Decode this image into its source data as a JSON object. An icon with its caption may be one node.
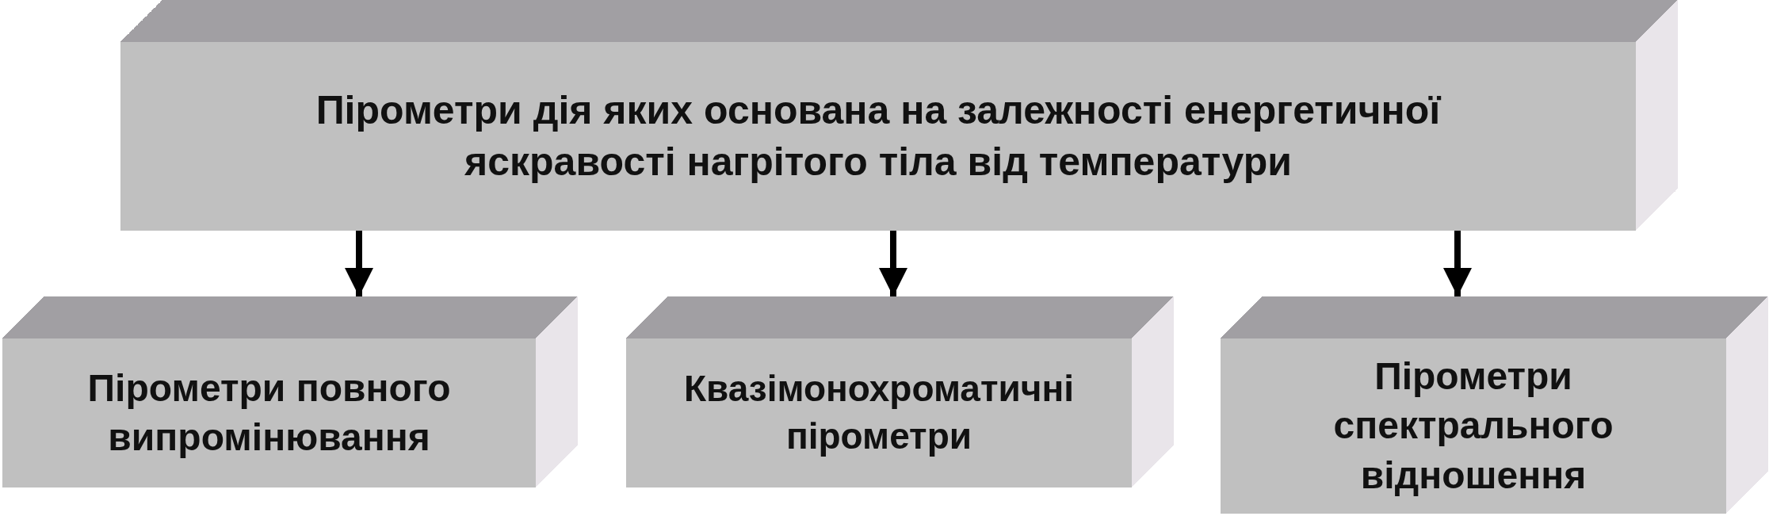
{
  "diagram": {
    "nodes": [
      {
        "text": [
          "Пірометри дія яких основана на залежності енергетичної яскравості нагрітого тіла від температури"
        ]
      },
      {
        "text": [
          "Пірометри повного випромінювання"
        ]
      },
      {
        "text": [
          "Квазімонохроматичні пірометри"
        ]
      },
      {
        "text": [
          "Пірометри спектрального відношення"
        ]
      }
    ],
    "edges": [
      {
        "from": 0,
        "to": 1,
        "arrow": "to"
      },
      {
        "from": 0,
        "to": 2,
        "arrow": "to"
      },
      {
        "from": 0,
        "to": 3,
        "arrow": "to"
      }
    ]
  }
}
